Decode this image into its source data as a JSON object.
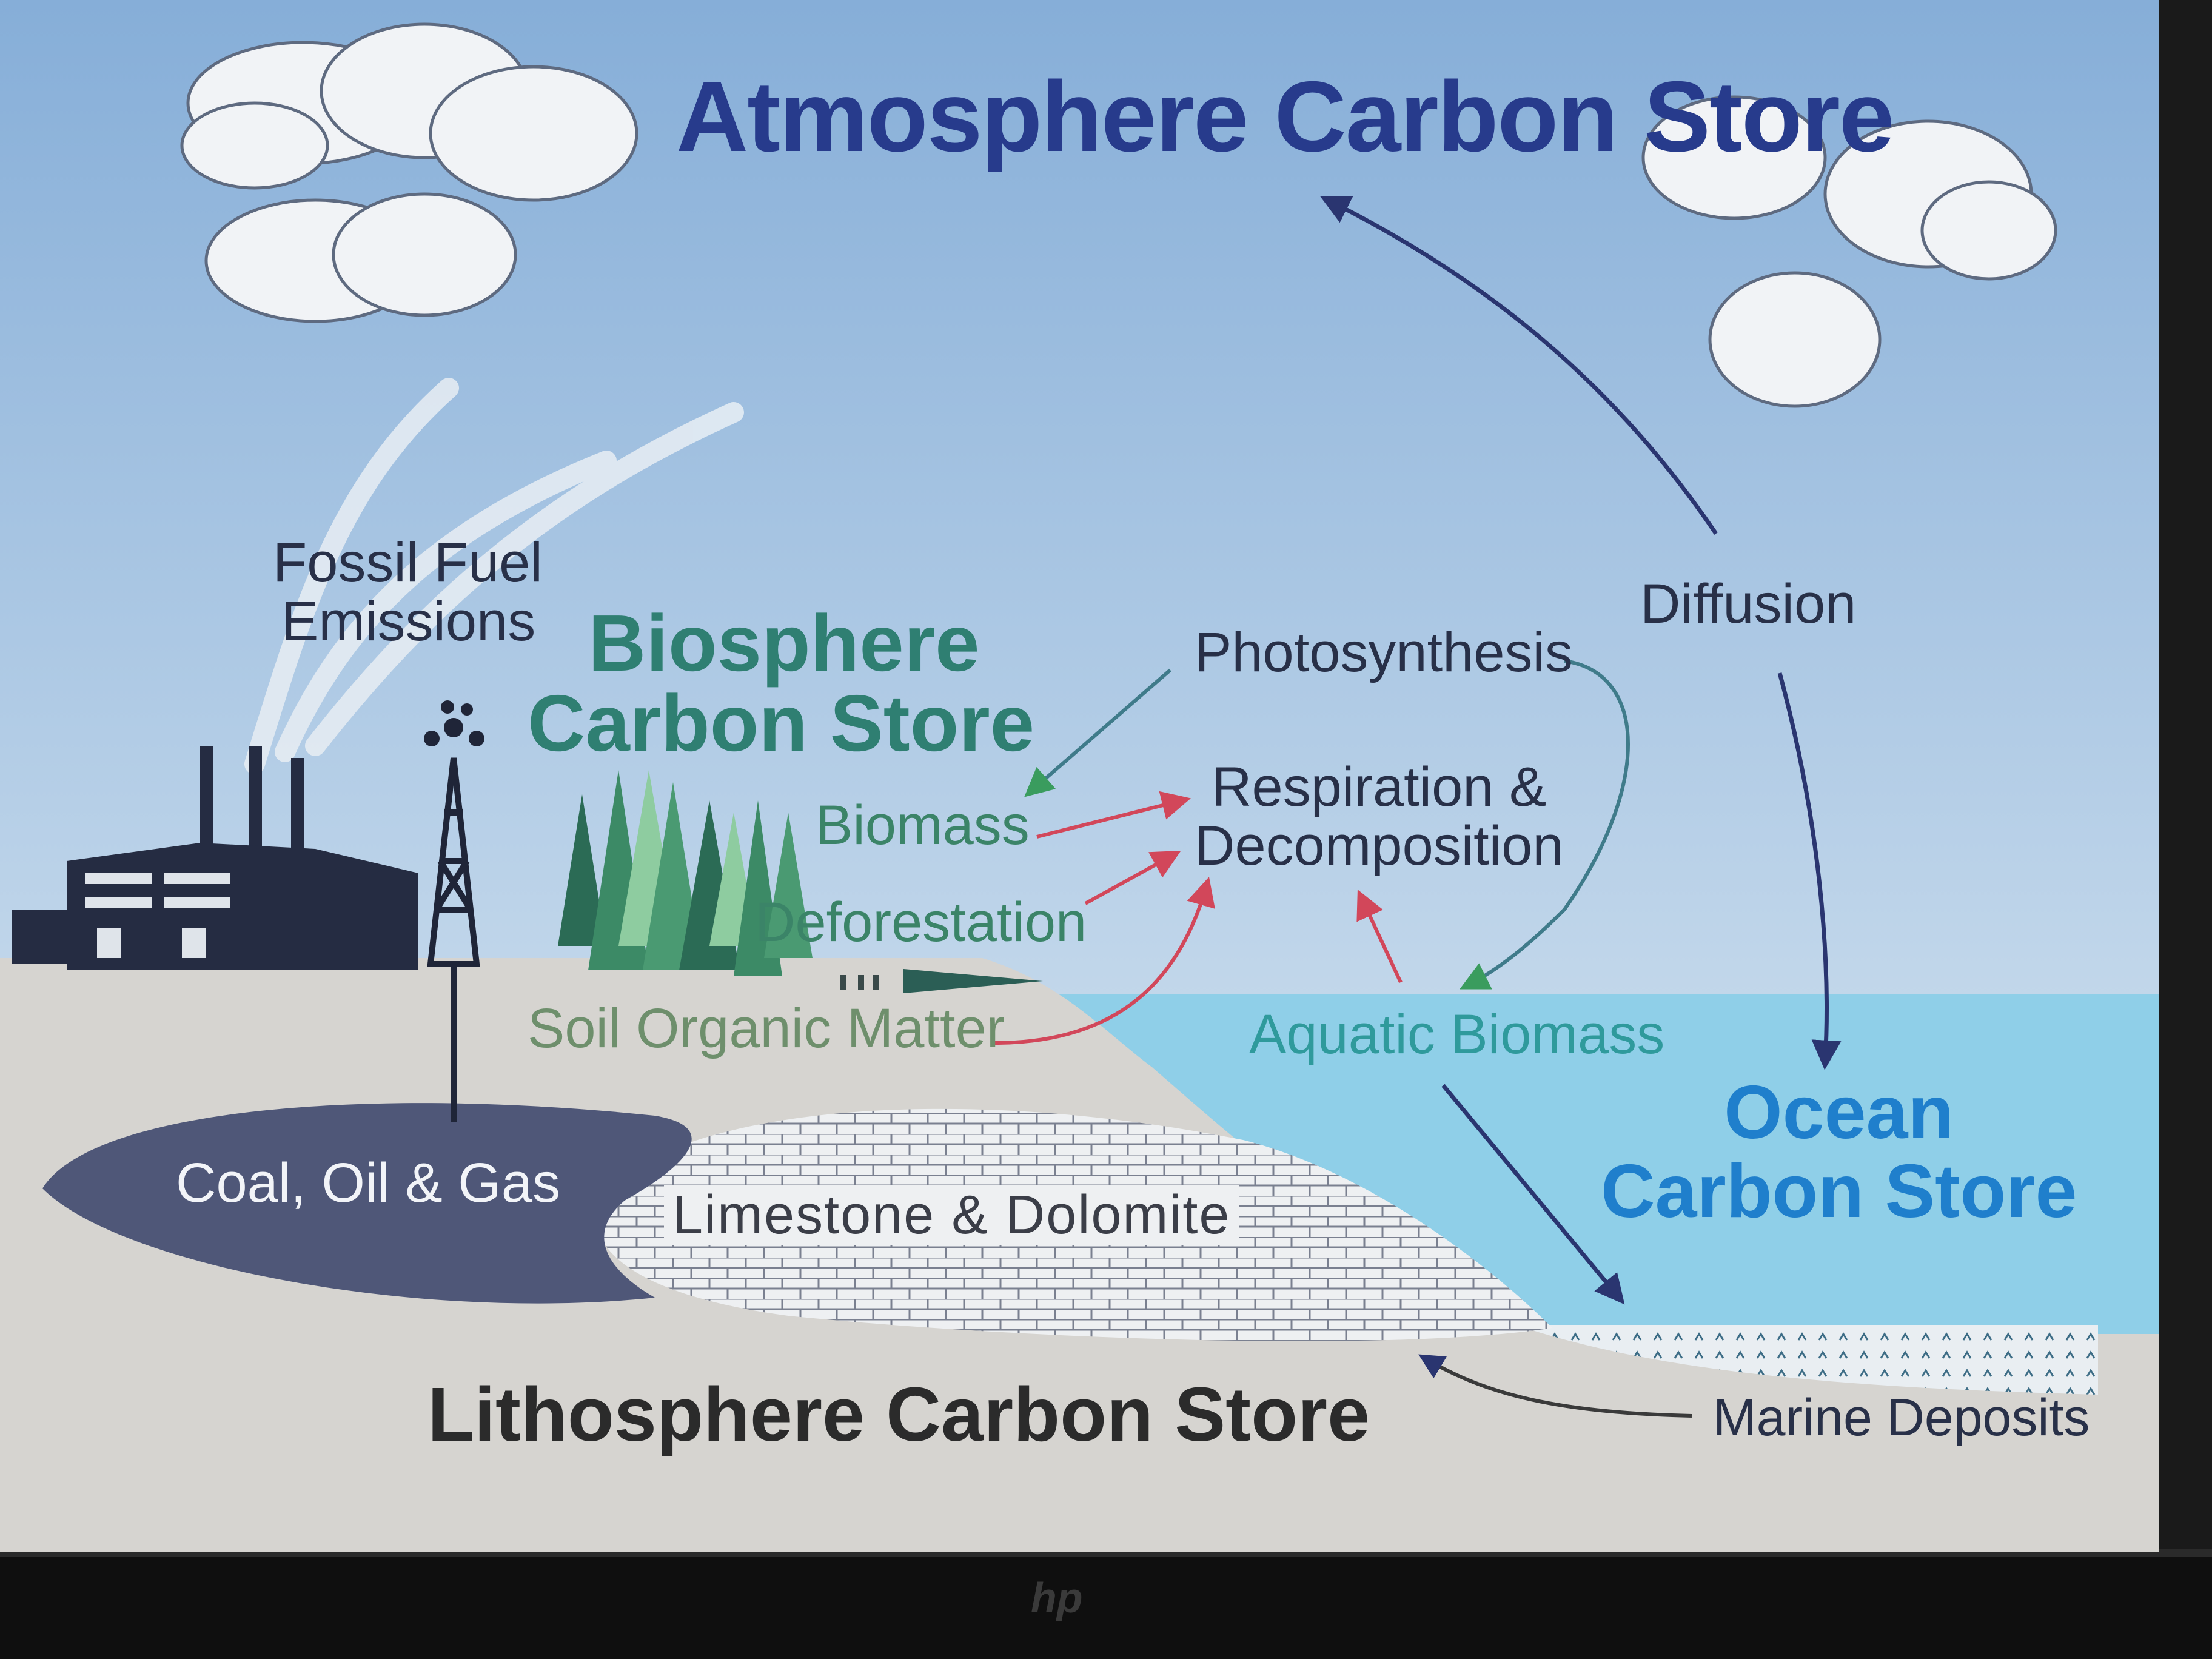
{
  "stores": {
    "atmosphere": "Atmosphere Carbon Store",
    "biosphere_line1": "Biosphere",
    "biosphere_line2": "Carbon Store",
    "ocean_line1": "Ocean",
    "ocean_line2": "Carbon Store",
    "lithosphere": "Lithosphere Carbon Store"
  },
  "processes": {
    "fossil_fuel_line1": "Fossil Fuel",
    "fossil_fuel_line2": "Emissions",
    "photosynthesis": "Photosynthesis",
    "diffusion": "Diffusion",
    "respiration_line1": "Respiration &",
    "respiration_line2": "Decomposition",
    "biomass": "Biomass",
    "deforestation": "Deforestation",
    "soil_organic_matter": "Soil Organic Matter",
    "aquatic_biomass": "Aquatic Biomass",
    "marine_deposits": "Marine Deposits"
  },
  "reservoirs": {
    "fossil": "Coal, Oil & Gas",
    "limestone": "Limestone & Dolomite"
  },
  "monitor": {
    "brand": "hp"
  },
  "colors": {
    "sky_top": "#8fb6dd",
    "sky_bottom": "#dce8f1",
    "ocean": "#8fcfe8",
    "land": "#d6d4d0",
    "fossil": "#4f5778",
    "arrow_navy": "#2a3570",
    "arrow_teal": "#3f7b8a",
    "arrow_red": "#d2475a",
    "tree_dark": "#2b6b55",
    "tree_mid": "#4a9a72",
    "tree_light": "#8ecca0"
  }
}
